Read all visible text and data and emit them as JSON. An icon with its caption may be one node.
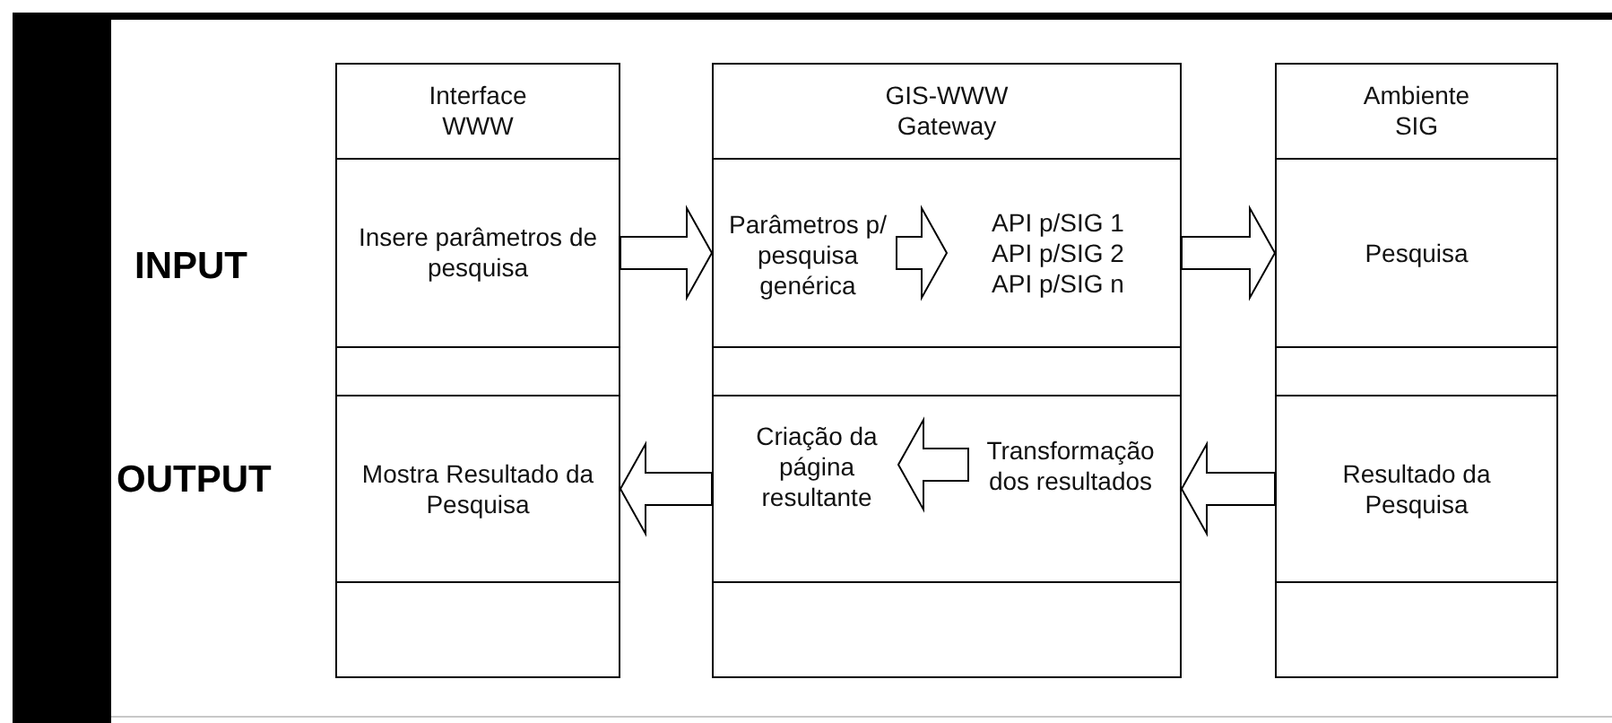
{
  "diagram": {
    "nodes": [
      {
        "text": [
          "Interface WWW"
        ]
      },
      {
        "text": [
          "Insere parâmetros de pesquisa"
        ]
      },
      {
        "text": [],
        "shape": "box"
      },
      {
        "text": [
          "Mostra Resultado da Pesquisa"
        ]
      },
      {
        "text": [],
        "shape": "box"
      },
      {
        "text": [
          "GIS-WWW Gateway"
        ]
      },
      {
        "text": [],
        "shape": "box"
      },
      {
        "text": [
          "Parâmetros p/ pesquisa genérica"
        ],
        "in": 6
      },
      {
        "text": [
          "API p/SIG 1",
          "API p/SIG 2",
          "API p/SIG n"
        ],
        "in": 6
      },
      {
        "text": [],
        "shape": "box"
      },
      {
        "text": [],
        "shape": "box"
      },
      {
        "text": [
          "Criação da página resultante"
        ],
        "in": 10
      },
      {
        "text": [
          "Transformação dos resultados"
        ],
        "in": 10
      },
      {
        "text": [],
        "shape": "box"
      },
      {
        "text": [
          "Ambiente SIG"
        ]
      },
      {
        "text": [
          "Pesquisa"
        ]
      },
      {
        "text": [],
        "shape": "box"
      },
      {
        "text": [
          "Resultado da Pesquisa"
        ]
      },
      {
        "text": [],
        "shape": "box"
      }
    ],
    "edges": [
      {
        "from": 1,
        "to": 6,
        "arrow": "to"
      },
      {
        "from": 7,
        "to": 8,
        "arrow": "to"
      },
      {
        "from": 6,
        "to": 15,
        "arrow": "to"
      },
      {
        "from": 17,
        "to": 10,
        "arrow": "to"
      },
      {
        "from": 12,
        "to": 11,
        "arrow": "to"
      },
      {
        "from": 10,
        "to": 3,
        "arrow": "to"
      }
    ],
    "labels": [
      "INPUT",
      "OUTPUT"
    ]
  }
}
